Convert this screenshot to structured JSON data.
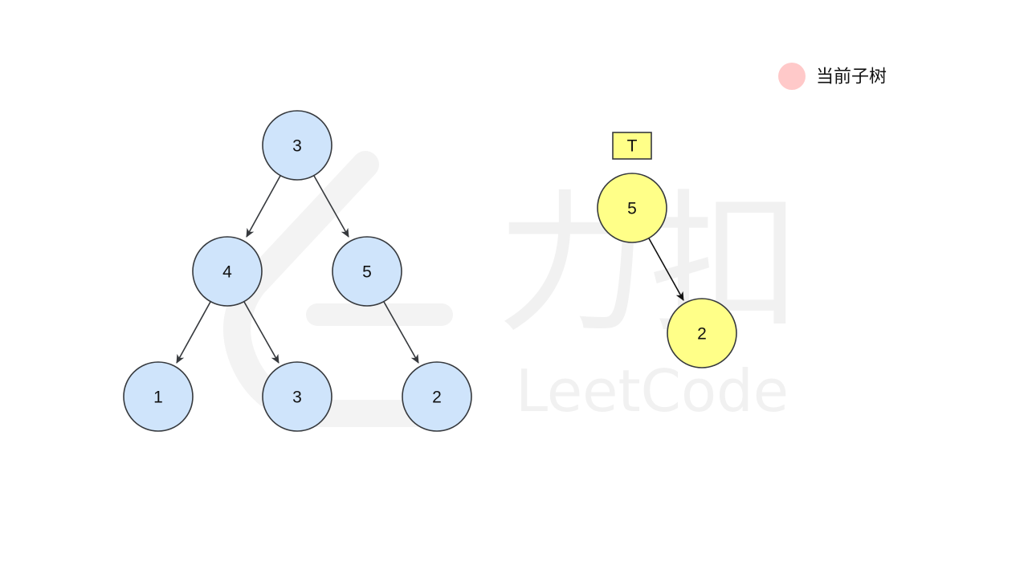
{
  "legend": {
    "label": "当前子树",
    "color": "#ffc9c9"
  },
  "watermark": {
    "brand_cn": "力扣",
    "brand_en": "LeetCode"
  },
  "tree_s": {
    "root": "3",
    "left": "4",
    "right": "5",
    "left_left": "1",
    "left_right": "3",
    "right_right": "2",
    "fill_color": "#cce3fb",
    "stroke_color": "#36393d"
  },
  "tree_t": {
    "tag": "T",
    "root": "5",
    "right": "2",
    "fill_color": "#ffff88",
    "stroke_color": "#36393d"
  }
}
